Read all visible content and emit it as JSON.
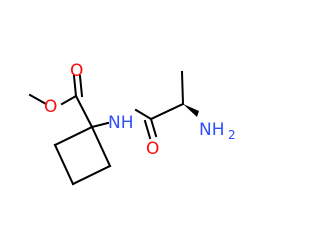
{
  "molecule": {
    "atoms": {
      "ester_carbonyl_o": "O",
      "ester_ether_o": "O",
      "amide_nh": "NH",
      "amide_o": "O",
      "amine_n": "NH",
      "amine_sub": "2"
    },
    "colors": {
      "carbon_bond": "#000000",
      "oxygen": "#ff0d0d",
      "nitrogen": "#3050f8"
    }
  }
}
